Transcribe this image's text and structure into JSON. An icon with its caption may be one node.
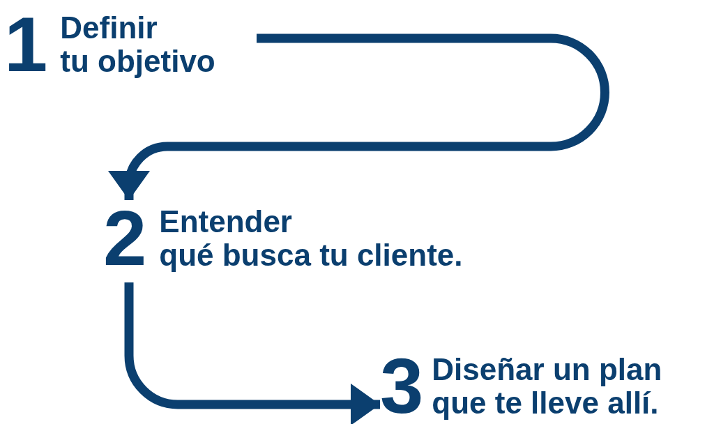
{
  "diagram": {
    "nodes": [
      {
        "text": [
          "1",
          "Definir",
          "tu objetivo"
        ]
      },
      {
        "text": [
          "2",
          "Entender",
          "qué busca tu cliente."
        ]
      },
      {
        "text": [
          "3",
          "Diseñar un plan",
          "que te lleve allí."
        ]
      }
    ],
    "edges": [
      {
        "from": 0,
        "to": 1,
        "arrow": "to"
      },
      {
        "from": 1,
        "to": 2,
        "arrow": "to"
      }
    ]
  }
}
